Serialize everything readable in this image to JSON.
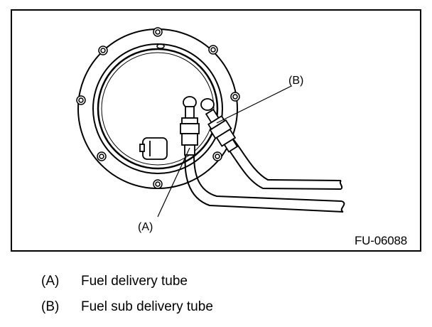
{
  "figure": {
    "code": "FU-06088",
    "callouts": {
      "a": "(A)",
      "b": "(B)"
    }
  },
  "legend": {
    "items": [
      {
        "key": "(A)",
        "label": "Fuel delivery tube"
      },
      {
        "key": "(B)",
        "label": "Fuel sub delivery tube"
      }
    ]
  }
}
